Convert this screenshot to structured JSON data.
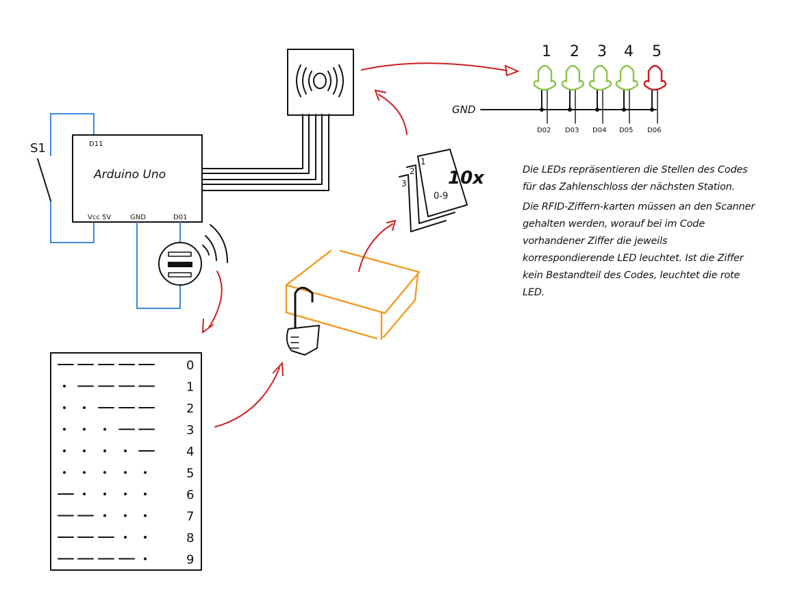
{
  "diagram": {
    "arduino": {
      "label": "Arduino Uno",
      "pins": {
        "top": "D11",
        "vcc": "Vcc 5V",
        "gnd": "GND",
        "d01": "D01"
      }
    },
    "switch": {
      "label": "S1"
    },
    "rfid_reader": {
      "icon": "rfid-wave-icon"
    },
    "leds": {
      "gnd_label": "GND",
      "items": [
        {
          "number": "1",
          "pin": "D02",
          "color": "#8bc34a"
        },
        {
          "number": "2",
          "pin": "D03",
          "color": "#8bc34a"
        },
        {
          "number": "3",
          "pin": "D04",
          "color": "#8bc34a"
        },
        {
          "number": "4",
          "pin": "D05",
          "color": "#8bc34a"
        },
        {
          "number": "5",
          "pin": "D06",
          "color": "#d01c1c"
        }
      ]
    },
    "cards": {
      "labels": [
        "1",
        "2",
        "3"
      ],
      "range": "0-9",
      "count": "10x"
    },
    "morse_table": {
      "rows": [
        {
          "digit": "0",
          "code": "-----"
        },
        {
          "digit": "1",
          "code": ".----"
        },
        {
          "digit": "2",
          "code": "..---"
        },
        {
          "digit": "3",
          "code": "...--"
        },
        {
          "digit": "4",
          "code": "....-"
        },
        {
          "digit": "5",
          "code": "....."
        },
        {
          "digit": "6",
          "code": "-...."
        },
        {
          "digit": "7",
          "code": "--..."
        },
        {
          "digit": "8",
          "code": "---.."
        },
        {
          "digit": "9",
          "code": "----."
        }
      ]
    },
    "description": [
      "Die LEDs repräsentieren die Stellen des Codes für das Zahlenschloss der nächsten Station.",
      "Die RFID-Ziffern-karten müssen an den Scanner gehalten werden, worauf bei im Code vorhandener Ziffer die jeweils korrespondierende LED leuchtet. Ist die Ziffer kein Bestandteil des Codes, leuchtet die rote LED."
    ],
    "colors": {
      "wire": "#3b8ad8",
      "arrow": "#d01c1c",
      "box": "#f39a1e",
      "led_on": "#8bc34a",
      "led_error": "#d01c1c"
    }
  }
}
